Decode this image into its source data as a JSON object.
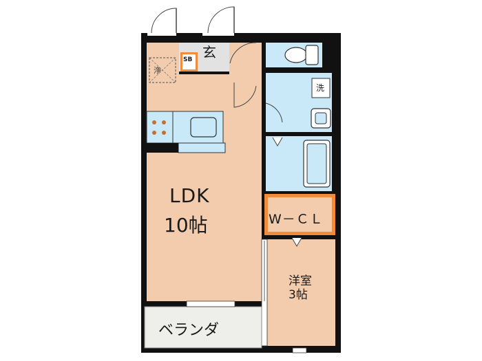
{
  "colors": {
    "wall": "#111111",
    "ldk_floor": "#f2ccac",
    "entrance_floor": "#e2e2e2",
    "wet_area": "#c9e9f9",
    "wcl_floor": "#f08c3c",
    "veranda": "#eeeeea",
    "door_stroke": "#444444"
  },
  "rooms": {
    "ldk": {
      "name": "LDK",
      "size": "10帖"
    },
    "yoshitsu": {
      "name": "洋室",
      "size": "3帖"
    },
    "wcl": {
      "name": "W－ＣＬ"
    },
    "veranda": {
      "name": "ベランダ"
    },
    "genkan": {
      "name": "玄"
    },
    "shoe_box": {
      "name": "SB"
    }
  },
  "fixtures": {
    "washer": "洗",
    "drain": "浄"
  }
}
